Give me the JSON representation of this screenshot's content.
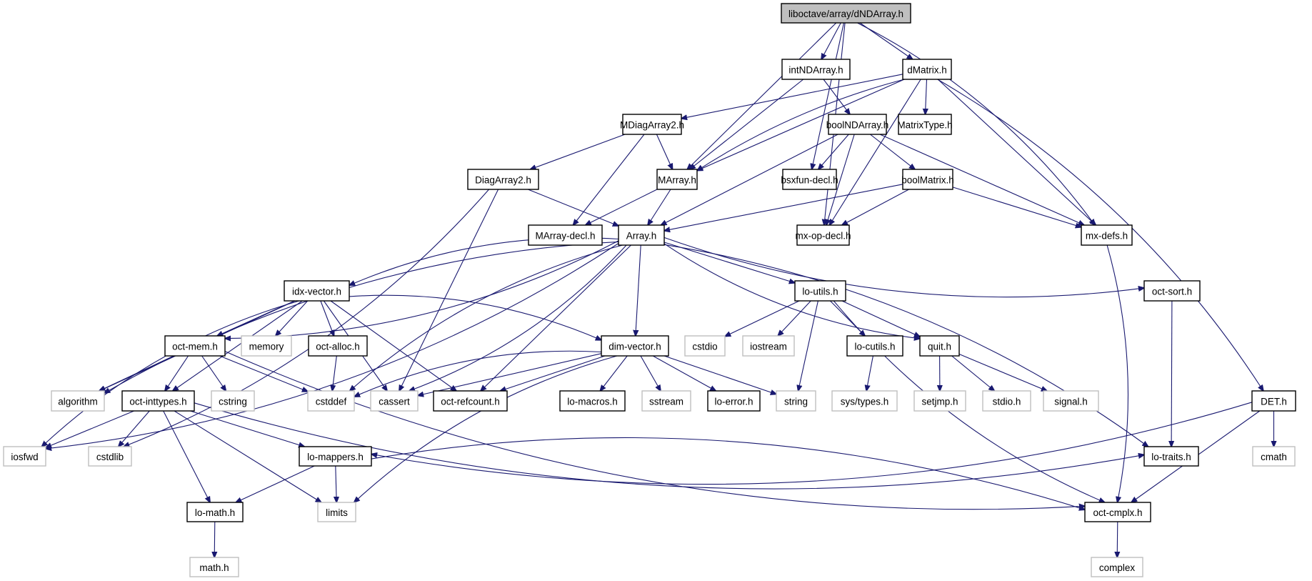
{
  "title": "liboctave/array/dNDArray.h",
  "colors": {
    "edge": "#191970",
    "root_fill": "#bfbfbf",
    "local_border": "#000000",
    "system_border": "#bfbfbf"
  },
  "nodes": [
    {
      "id": "dNDArray",
      "label": "liboctave/array/dNDArray.h",
      "kind": "root"
    },
    {
      "id": "intNDArray",
      "label": "intNDArray.h",
      "kind": "local"
    },
    {
      "id": "dMatrix",
      "label": "dMatrix.h",
      "kind": "local"
    },
    {
      "id": "MDiagArray2",
      "label": "MDiagArray2.h",
      "kind": "local"
    },
    {
      "id": "boolNDArray",
      "label": "boolNDArray.h",
      "kind": "local"
    },
    {
      "id": "MatrixType",
      "label": "MatrixType.h",
      "kind": "local"
    },
    {
      "id": "DiagArray2",
      "label": "DiagArray2.h",
      "kind": "local"
    },
    {
      "id": "MArray",
      "label": "MArray.h",
      "kind": "local"
    },
    {
      "id": "bsxfun-decl",
      "label": "bsxfun-decl.h",
      "kind": "local"
    },
    {
      "id": "boolMatrix",
      "label": "boolMatrix.h",
      "kind": "local"
    },
    {
      "id": "MArray-decl",
      "label": "MArray-decl.h",
      "kind": "local"
    },
    {
      "id": "Array",
      "label": "Array.h",
      "kind": "local"
    },
    {
      "id": "mx-op-decl",
      "label": "mx-op-decl.h",
      "kind": "local"
    },
    {
      "id": "mx-defs",
      "label": "mx-defs.h",
      "kind": "local"
    },
    {
      "id": "idx-vector",
      "label": "idx-vector.h",
      "kind": "local"
    },
    {
      "id": "lo-utils",
      "label": "lo-utils.h",
      "kind": "local"
    },
    {
      "id": "oct-sort",
      "label": "oct-sort.h",
      "kind": "local"
    },
    {
      "id": "oct-mem",
      "label": "oct-mem.h",
      "kind": "local"
    },
    {
      "id": "memory",
      "label": "memory",
      "kind": "system"
    },
    {
      "id": "oct-alloc",
      "label": "oct-alloc.h",
      "kind": "local"
    },
    {
      "id": "dim-vector",
      "label": "dim-vector.h",
      "kind": "local"
    },
    {
      "id": "cstdio",
      "label": "cstdio",
      "kind": "system"
    },
    {
      "id": "iostream",
      "label": "iostream",
      "kind": "system"
    },
    {
      "id": "lo-cutils",
      "label": "lo-cutils.h",
      "kind": "local"
    },
    {
      "id": "quit",
      "label": "quit.h",
      "kind": "local"
    },
    {
      "id": "algorithm",
      "label": "algorithm",
      "kind": "system"
    },
    {
      "id": "oct-inttypes",
      "label": "oct-inttypes.h",
      "kind": "local"
    },
    {
      "id": "cstring",
      "label": "cstring",
      "kind": "system"
    },
    {
      "id": "cstddef",
      "label": "cstddef",
      "kind": "system"
    },
    {
      "id": "cassert",
      "label": "cassert",
      "kind": "system"
    },
    {
      "id": "oct-refcount",
      "label": "oct-refcount.h",
      "kind": "local"
    },
    {
      "id": "lo-macros",
      "label": "lo-macros.h",
      "kind": "local"
    },
    {
      "id": "sstream",
      "label": "sstream",
      "kind": "system"
    },
    {
      "id": "lo-error",
      "label": "lo-error.h",
      "kind": "local"
    },
    {
      "id": "string",
      "label": "string",
      "kind": "system"
    },
    {
      "id": "sys-types",
      "label": "sys/types.h",
      "kind": "system"
    },
    {
      "id": "setjmp",
      "label": "setjmp.h",
      "kind": "system"
    },
    {
      "id": "stdio",
      "label": "stdio.h",
      "kind": "system"
    },
    {
      "id": "signal",
      "label": "signal.h",
      "kind": "system"
    },
    {
      "id": "DET",
      "label": "DET.h",
      "kind": "local"
    },
    {
      "id": "iosfwd",
      "label": "iosfwd",
      "kind": "system"
    },
    {
      "id": "cstdlib",
      "label": "cstdlib",
      "kind": "system"
    },
    {
      "id": "lo-mappers",
      "label": "lo-mappers.h",
      "kind": "local"
    },
    {
      "id": "lo-traits",
      "label": "lo-traits.h",
      "kind": "local"
    },
    {
      "id": "cmath",
      "label": "cmath",
      "kind": "system"
    },
    {
      "id": "lo-math",
      "label": "lo-math.h",
      "kind": "local"
    },
    {
      "id": "limits",
      "label": "limits",
      "kind": "system"
    },
    {
      "id": "oct-cmplx",
      "label": "oct-cmplx.h",
      "kind": "local"
    },
    {
      "id": "math",
      "label": "math.h",
      "kind": "system"
    },
    {
      "id": "complex",
      "label": "complex",
      "kind": "system"
    }
  ],
  "edges": [
    [
      "dNDArray",
      "intNDArray"
    ],
    [
      "dNDArray",
      "dMatrix"
    ],
    [
      "dNDArray",
      "MArray"
    ],
    [
      "dNDArray",
      "bsxfun-decl"
    ],
    [
      "dNDArray",
      "mx-op-decl"
    ],
    [
      "dNDArray",
      "mx-defs"
    ],
    [
      "intNDArray",
      "MArray"
    ],
    [
      "intNDArray",
      "boolNDArray"
    ],
    [
      "dMatrix",
      "MDiagArray2"
    ],
    [
      "dMatrix",
      "MArray"
    ],
    [
      "dMatrix",
      "MatrixType"
    ],
    [
      "dMatrix",
      "mx-op-decl"
    ],
    [
      "dMatrix",
      "mx-defs"
    ],
    [
      "dMatrix",
      "DET"
    ],
    [
      "dMatrix",
      "MArray"
    ],
    [
      "MDiagArray2",
      "DiagArray2"
    ],
    [
      "MDiagArray2",
      "MArray"
    ],
    [
      "MDiagArray2",
      "MArray-decl"
    ],
    [
      "boolNDArray",
      "bsxfun-decl"
    ],
    [
      "boolNDArray",
      "boolMatrix"
    ],
    [
      "boolNDArray",
      "Array"
    ],
    [
      "boolNDArray",
      "mx-op-decl"
    ],
    [
      "boolNDArray",
      "mx-defs"
    ],
    [
      "DiagArray2",
      "Array"
    ],
    [
      "DiagArray2",
      "cassert"
    ],
    [
      "DiagArray2",
      "cstdlib"
    ],
    [
      "MArray",
      "Array"
    ],
    [
      "MArray",
      "MArray-decl"
    ],
    [
      "boolMatrix",
      "Array"
    ],
    [
      "boolMatrix",
      "mx-op-decl"
    ],
    [
      "boolMatrix",
      "mx-defs"
    ],
    [
      "mx-defs",
      "oct-cmplx"
    ],
    [
      "Array",
      "idx-vector"
    ],
    [
      "Array",
      "lo-utils"
    ],
    [
      "Array",
      "oct-sort"
    ],
    [
      "Array",
      "oct-mem"
    ],
    [
      "Array",
      "dim-vector"
    ],
    [
      "Array",
      "cassert"
    ],
    [
      "Array",
      "cstddef"
    ],
    [
      "Array",
      "oct-refcount"
    ],
    [
      "Array",
      "algorithm"
    ],
    [
      "Array",
      "iosfwd"
    ],
    [
      "Array",
      "quit"
    ],
    [
      "Array",
      "lo-traits"
    ],
    [
      "idx-vector",
      "oct-mem"
    ],
    [
      "idx-vector",
      "memory"
    ],
    [
      "idx-vector",
      "oct-alloc"
    ],
    [
      "idx-vector",
      "dim-vector"
    ],
    [
      "idx-vector",
      "algorithm"
    ],
    [
      "idx-vector",
      "oct-inttypes"
    ],
    [
      "idx-vector",
      "cassert"
    ],
    [
      "idx-vector",
      "oct-refcount"
    ],
    [
      "idx-vector",
      "iosfwd"
    ],
    [
      "oct-alloc",
      "cstddef"
    ],
    [
      "oct-mem",
      "algorithm"
    ],
    [
      "oct-mem",
      "oct-inttypes"
    ],
    [
      "oct-mem",
      "cstring"
    ],
    [
      "oct-mem",
      "cstddef"
    ],
    [
      "oct-mem",
      "oct-cmplx"
    ],
    [
      "oct-inttypes",
      "iosfwd"
    ],
    [
      "oct-inttypes",
      "cstdlib"
    ],
    [
      "oct-inttypes",
      "lo-math"
    ],
    [
      "oct-inttypes",
      "limits"
    ],
    [
      "oct-inttypes",
      "lo-mappers"
    ],
    [
      "oct-inttypes",
      "lo-traits"
    ],
    [
      "dim-vector",
      "cassert"
    ],
    [
      "dim-vector",
      "cstddef"
    ],
    [
      "dim-vector",
      "oct-refcount"
    ],
    [
      "dim-vector",
      "lo-macros"
    ],
    [
      "dim-vector",
      "sstream"
    ],
    [
      "dim-vector",
      "lo-error"
    ],
    [
      "dim-vector",
      "string"
    ],
    [
      "dim-vector",
      "limits"
    ],
    [
      "lo-utils",
      "cstdio"
    ],
    [
      "lo-utils",
      "iostream"
    ],
    [
      "lo-utils",
      "string"
    ],
    [
      "lo-utils",
      "lo-cutils"
    ],
    [
      "lo-utils",
      "quit"
    ],
    [
      "lo-utils",
      "oct-cmplx"
    ],
    [
      "lo-cutils",
      "sys-types"
    ],
    [
      "quit",
      "setjmp"
    ],
    [
      "quit",
      "stdio"
    ],
    [
      "quit",
      "signal"
    ],
    [
      "oct-sort",
      "lo-traits"
    ],
    [
      "DET",
      "cmath"
    ],
    [
      "DET",
      "lo-mappers"
    ],
    [
      "DET",
      "oct-cmplx"
    ],
    [
      "lo-mappers",
      "lo-math"
    ],
    [
      "lo-mappers",
      "limits"
    ],
    [
      "lo-mappers",
      "oct-cmplx"
    ],
    [
      "lo-math",
      "math"
    ],
    [
      "oct-cmplx",
      "complex"
    ]
  ]
}
